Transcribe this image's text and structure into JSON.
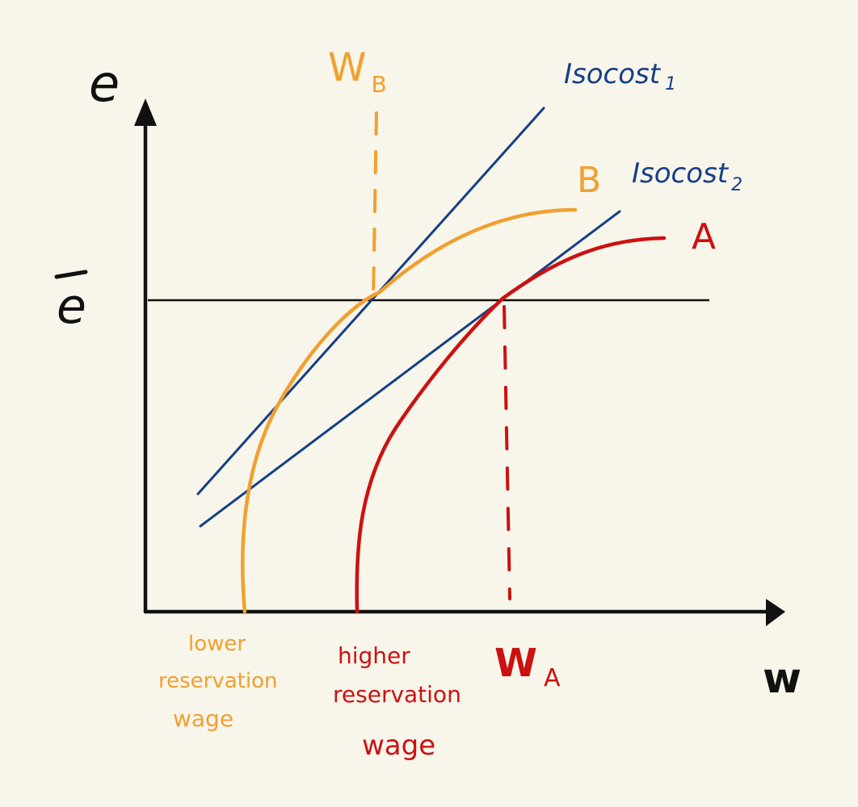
{
  "colors": {
    "background": "#f8f5ea",
    "ink": "#111111",
    "orange": "#f0a030",
    "red": "#cc1111",
    "blue": "#163f86"
  },
  "axes": {
    "y_label": "e",
    "x_label": "w",
    "e_bar_label": "e",
    "e_bar_meaning": "ē"
  },
  "curves": {
    "b_label": "B",
    "a_label": "A"
  },
  "isocosts": {
    "isocost1_label": "Isocost",
    "isocost1_subscript": "1",
    "isocost2_label": "Isocost",
    "isocost2_subscript": "2"
  },
  "wages": {
    "wb_label": "W",
    "wb_subscript": "B",
    "wa_label": "W",
    "wa_subscript": "A"
  },
  "annotations": {
    "lower_line1": "lower",
    "lower_line2": "reservation",
    "lower_line3": "wage",
    "higher_line1": "higher",
    "higher_line2": "reservation",
    "higher_line3": "wage"
  }
}
